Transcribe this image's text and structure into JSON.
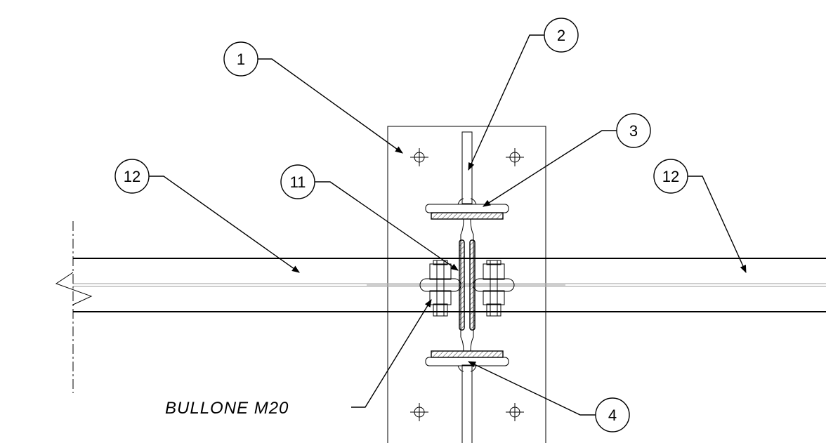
{
  "callouts": {
    "c1": "1",
    "c2": "2",
    "c3": "3",
    "c4": "4",
    "c11": "11",
    "c12_left": "12",
    "c12_right": "12"
  },
  "note": {
    "bolt": "BULLONE M20"
  }
}
